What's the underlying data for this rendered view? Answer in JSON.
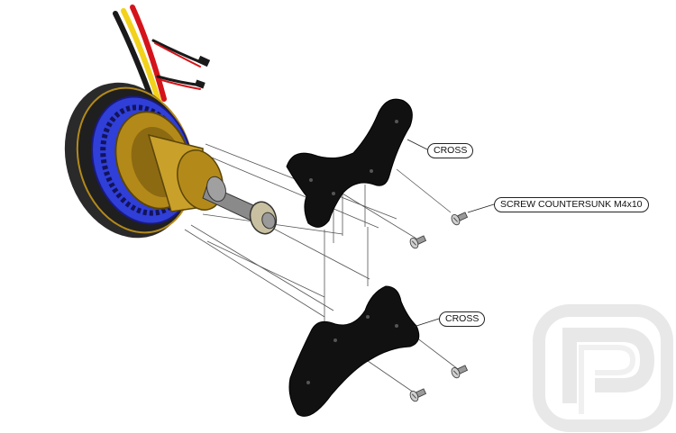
{
  "labels": {
    "cross_upper": "CROSS",
    "screw": "SCREW COUNTERSUNK M4x10",
    "cross_lower": "CROSS"
  },
  "colors": {
    "motor_bell": "#2a2a2a",
    "stator_winding": "#2f3fd8",
    "mount_gold": "#b38a1a",
    "shaft_steel": "#8a8a8a",
    "cross_plate": "#111111",
    "wire_red": "#d4141a",
    "wire_yellow": "#f2d21a",
    "wire_black": "#1a1a1a",
    "watermark": "#e3e3e3"
  }
}
